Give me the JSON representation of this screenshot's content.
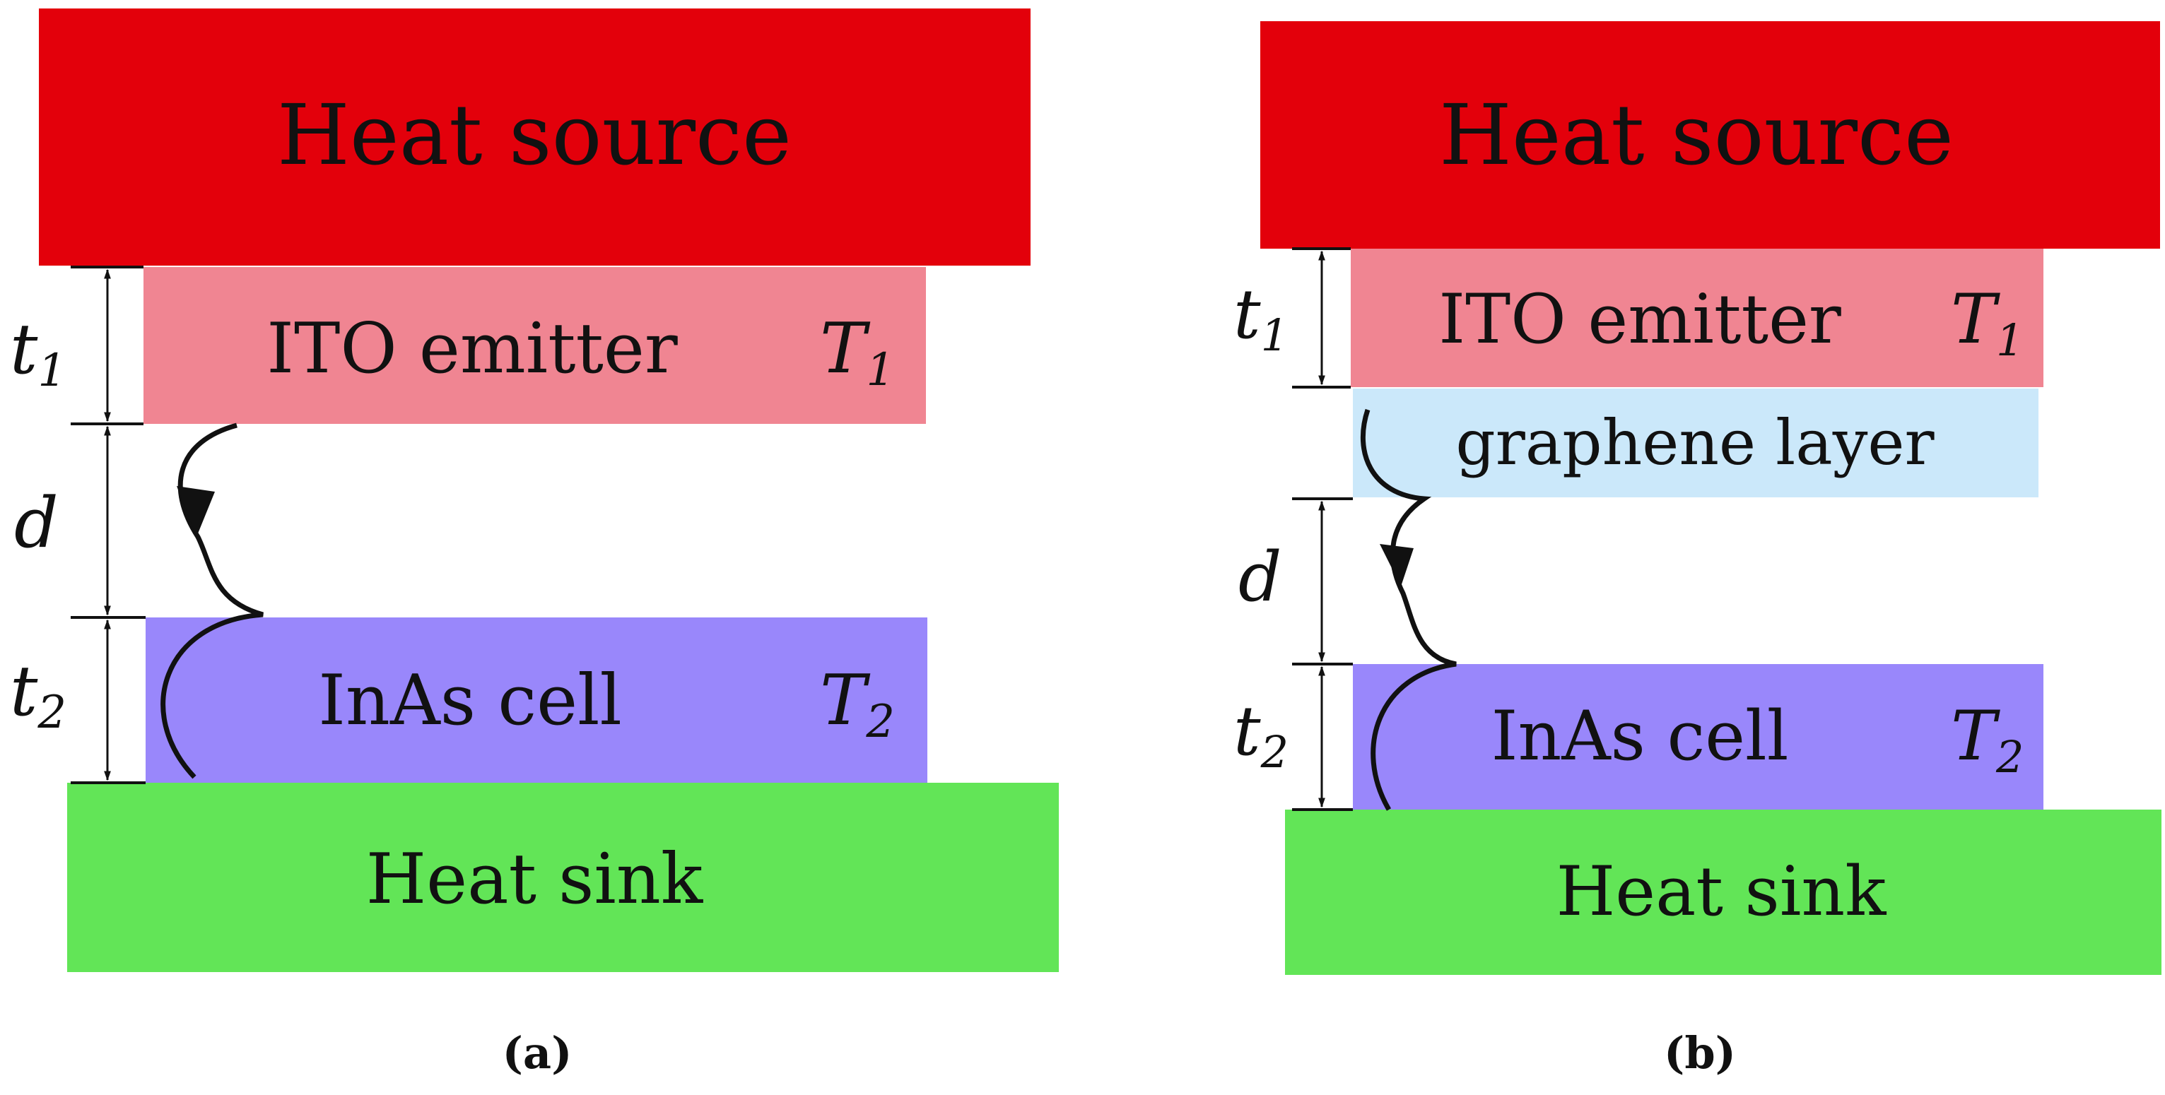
{
  "colors": {
    "heat_source": "#e3000b",
    "ito_emitter": "#f08592",
    "graphene_layer": "#cbe8fa",
    "inas_cell": "#9987fb",
    "heat_sink": "#62e557"
  },
  "panel_a": {
    "heat_source": "Heat source",
    "ito_emitter": "ITO emitter",
    "T1": "T",
    "T1_sub": "1",
    "inas_cell": "InAs cell",
    "T2": "T",
    "T2_sub": "2",
    "heat_sink": "Heat sink",
    "t1": "t",
    "t1_sub": "1",
    "d": "d",
    "t2": "t",
    "t2_sub": "2",
    "caption": "(a)"
  },
  "panel_b": {
    "heat_source": "Heat source",
    "ito_emitter": "ITO emitter",
    "T1": "T",
    "T1_sub": "1",
    "graphene_layer": "graphene layer",
    "inas_cell": "InAs cell",
    "T2": "T",
    "T2_sub": "2",
    "heat_sink": "Heat sink",
    "t1": "t",
    "t1_sub": "1",
    "d": "d",
    "t2": "t",
    "t2_sub": "2",
    "caption": "(b)"
  }
}
